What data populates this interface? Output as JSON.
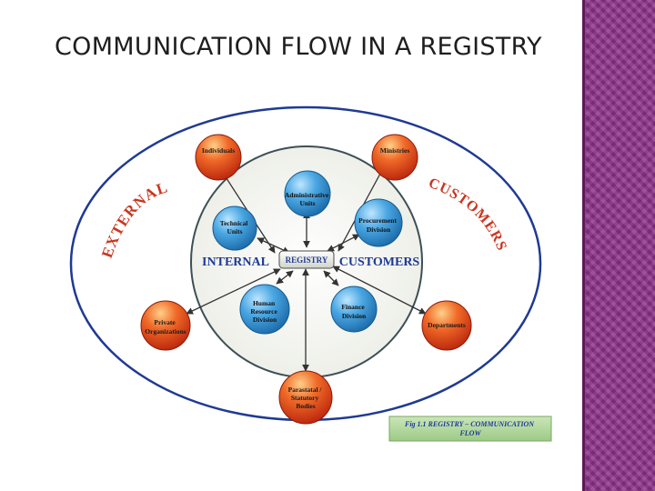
{
  "slide": {
    "title": "COMMUNICATION FLOW IN A REGISTRY"
  },
  "diagram": {
    "center": "REGISTRY",
    "internal_label": "INTERNAL",
    "customers_label": "CUSTOMERS",
    "external_arc": "EXTERNAL",
    "customers_arc": "CUSTOMERS",
    "inner_nodes": {
      "administrative": [
        "Administrative",
        "Units"
      ],
      "technical": [
        "Technical",
        "Units"
      ],
      "procurement": [
        "Procurement",
        "Division"
      ],
      "hr": [
        "Human",
        "Resource",
        "Division"
      ],
      "finance": [
        "Finance",
        "Division"
      ]
    },
    "outer_nodes": {
      "individuals": [
        "Individuals"
      ],
      "ministries": [
        "Ministries"
      ],
      "private": [
        "Private",
        "Organizations"
      ],
      "departments": [
        "Departments"
      ],
      "parastatals": [
        "Parastatal /",
        "Statutory",
        "Bodies"
      ]
    },
    "caption": [
      "Fig 1.1 REGISTRY – COMMUNICATION",
      "FLOW"
    ],
    "colors": {
      "blue": "#3a9ad6",
      "red": "#e8431a",
      "red_arc": "#c8361f",
      "orange_arc": "#d6501e",
      "navy": "#1f3a93",
      "caption_green": "#aed49a"
    }
  }
}
